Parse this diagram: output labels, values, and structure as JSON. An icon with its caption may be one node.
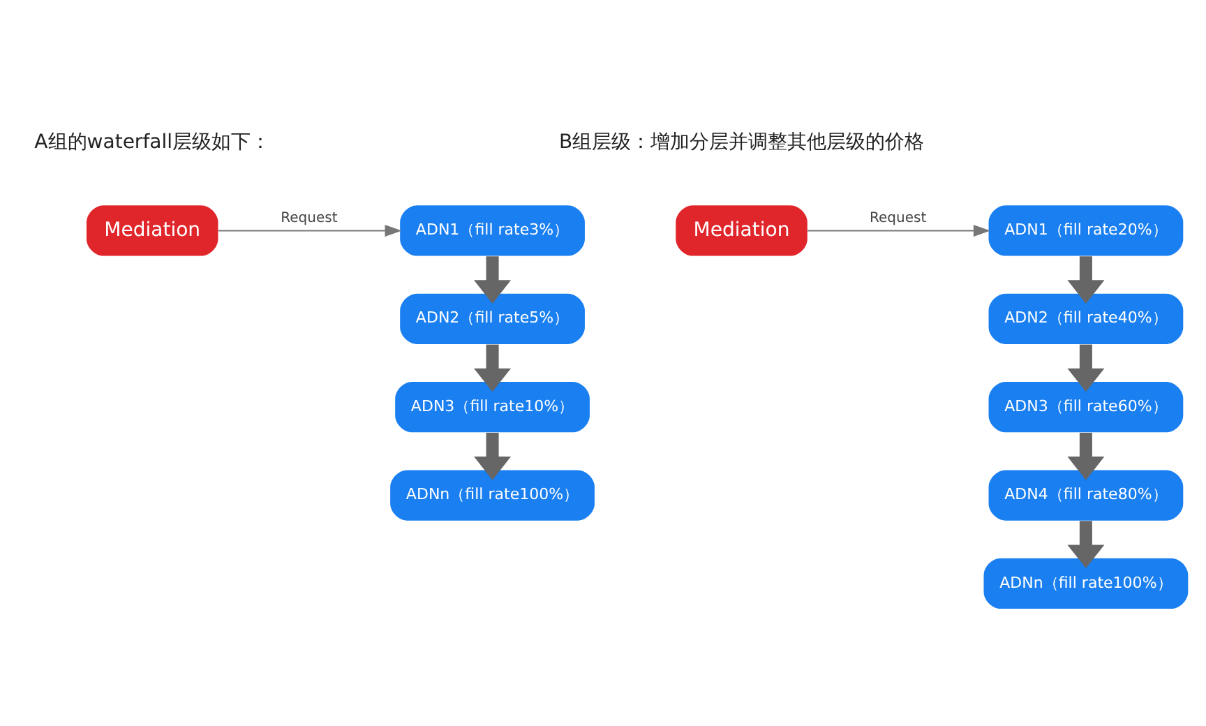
{
  "diagram": {
    "nodes": [
      {
        "text": [
          "Mediation"
        ]
      },
      {
        "text": [
          "ADN1（fill rate3%）"
        ]
      },
      {
        "text": [
          "ADN2（fill rate5%）"
        ]
      },
      {
        "text": [
          "ADN3（fill rate10%）"
        ]
      },
      {
        "text": [
          "ADNn（fill rate100%）"
        ]
      },
      {
        "text": [
          "Mediation"
        ]
      },
      {
        "text": [
          "ADN1（fill rate20%）"
        ]
      },
      {
        "text": [
          "ADN2（fill rate40%）"
        ]
      },
      {
        "text": [
          "ADN3（fill rate60%）"
        ]
      },
      {
        "text": [
          "ADN4（fill rate80%）"
        ]
      },
      {
        "text": [
          "ADNn（fill rate100%）"
        ]
      }
    ],
    "edges": [
      {
        "from": 0,
        "to": 1,
        "arrow": "to",
        "label": "Request"
      },
      {
        "from": 1,
        "to": 2,
        "arrow": "to"
      },
      {
        "from": 2,
        "to": 3,
        "arrow": "to"
      },
      {
        "from": 3,
        "to": 4,
        "arrow": "to"
      },
      {
        "from": 5,
        "to": 6,
        "arrow": "to",
        "label": "Request"
      },
      {
        "from": 6,
        "to": 7,
        "arrow": "to"
      },
      {
        "from": 7,
        "to": 8,
        "arrow": "to"
      },
      {
        "from": 8,
        "to": 9,
        "arrow": "to"
      },
      {
        "from": 9,
        "to": 10,
        "arrow": "to"
      }
    ],
    "labels": [
      "A组的waterfall层级如下：",
      "B组层级：增加分层并调整其他层级的价格"
    ]
  }
}
